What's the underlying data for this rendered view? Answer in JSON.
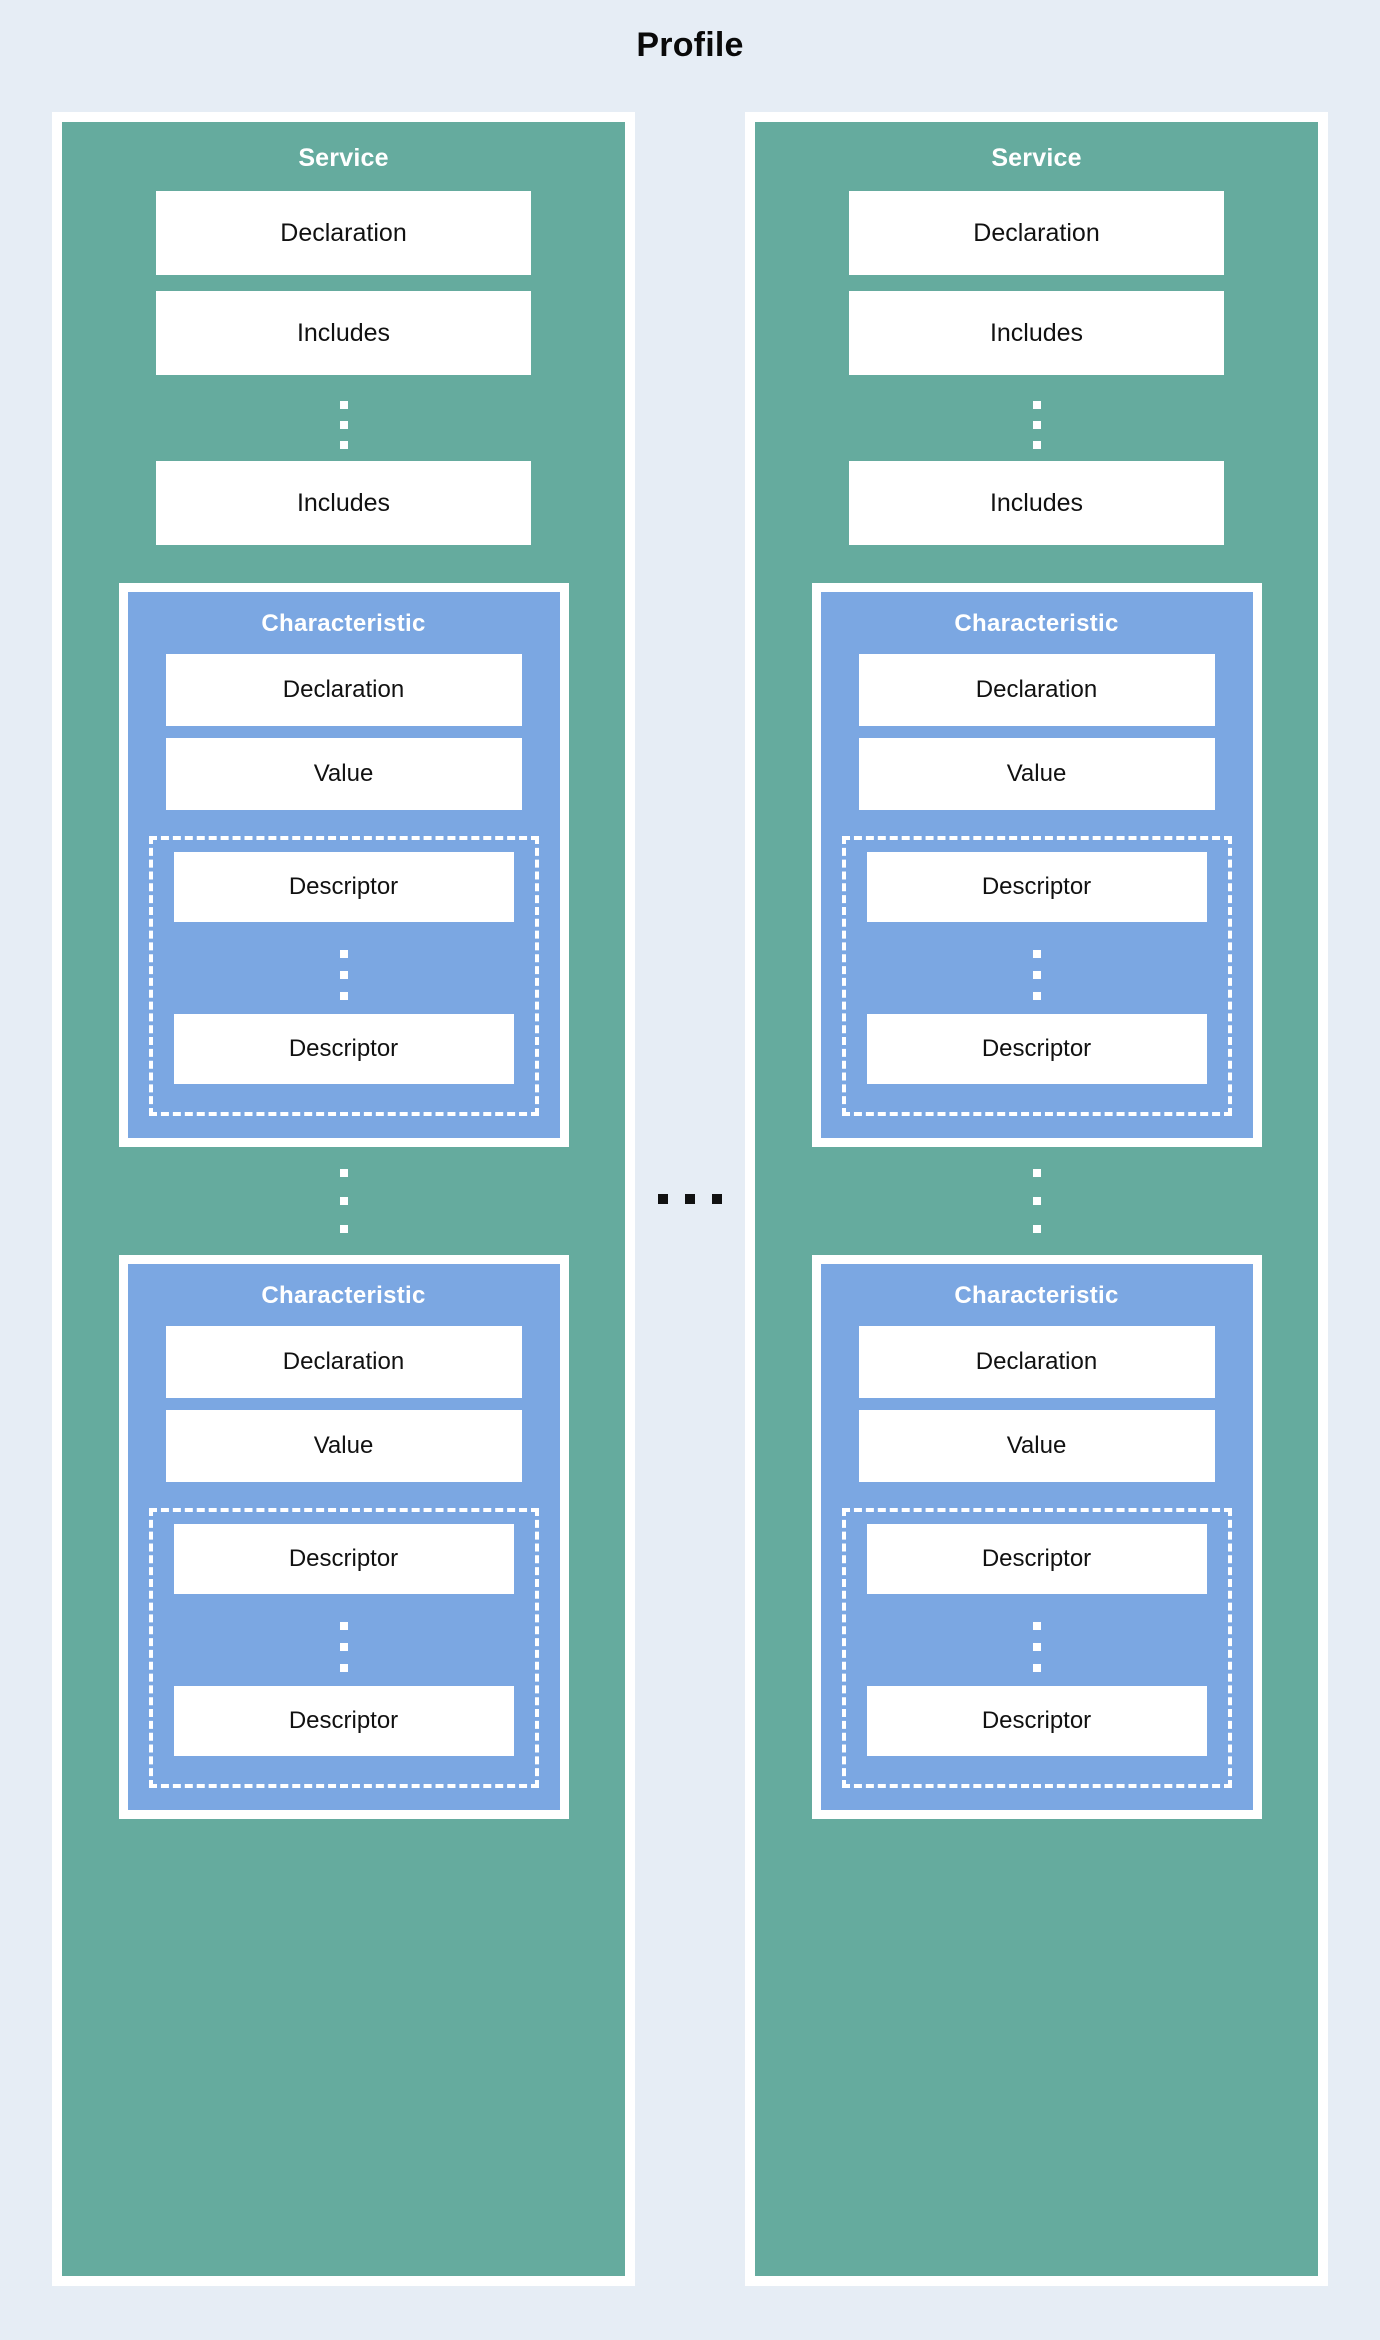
{
  "diagram": {
    "title": "Profile",
    "background_color": "#e6edf5",
    "service_color": "#65ab9e",
    "characteristic_color": "#7ba7e2",
    "box_color": "#ffffff",
    "label_color": "#111111",
    "title_color": "#0a0a0a",
    "between_columns_ellipsis": "...",
    "services": [
      {
        "title": "Service",
        "declaration_label": "Declaration",
        "includes_first_label": "Includes",
        "includes_ellipsis": "⋮",
        "includes_last_label": "Includes",
        "characteristics_ellipsis": "⋮",
        "characteristics": [
          {
            "title": "Characteristic",
            "declaration_label": "Declaration",
            "value_label": "Value",
            "descriptor_first_label": "Descriptor",
            "descriptor_ellipsis": "⋮",
            "descriptor_last_label": "Descriptor"
          },
          {
            "title": "Characteristic",
            "declaration_label": "Declaration",
            "value_label": "Value",
            "descriptor_first_label": "Descriptor",
            "descriptor_ellipsis": "⋮",
            "descriptor_last_label": "Descriptor"
          }
        ]
      },
      {
        "title": "Service",
        "declaration_label": "Declaration",
        "includes_first_label": "Includes",
        "includes_ellipsis": "⋮",
        "includes_last_label": "Includes",
        "characteristics_ellipsis": "⋮",
        "characteristics": [
          {
            "title": "Characteristic",
            "declaration_label": "Declaration",
            "value_label": "Value",
            "descriptor_first_label": "Descriptor",
            "descriptor_ellipsis": "⋮",
            "descriptor_last_label": "Descriptor"
          },
          {
            "title": "Characteristic",
            "declaration_label": "Declaration",
            "value_label": "Value",
            "descriptor_first_label": "Descriptor",
            "descriptor_ellipsis": "⋮",
            "descriptor_last_label": "Descriptor"
          }
        ]
      }
    ]
  }
}
